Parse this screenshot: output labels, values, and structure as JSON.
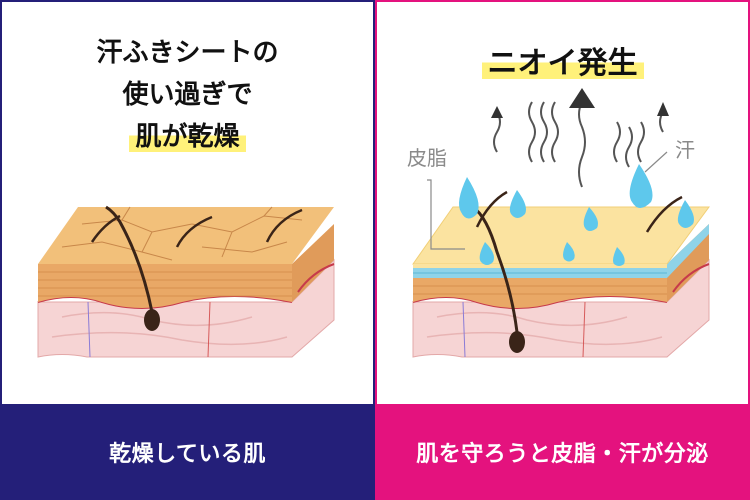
{
  "left": {
    "title_lines": [
      "汗ふきシートの",
      "使い過ぎで"
    ],
    "title_highlight": "肌が乾燥",
    "caption": "乾燥している肌",
    "border_color": "#241f79",
    "caption_bg": "#241f79"
  },
  "right": {
    "title_highlight": "ニオイ発生",
    "label_sebum": "皮脂",
    "label_sweat": "汗",
    "caption": "肌を守ろうと皮脂・汗が分泌",
    "border_color": "#e4127e",
    "caption_bg": "#e4127e"
  },
  "colors": {
    "highlight": "#fff17a",
    "dry_skin": "#f2c07a",
    "moist_skin": "#fbe3a0",
    "sweat_drop": "#5ec8ec",
    "dermis": "#f6d4d4",
    "hair": "#3a2418"
  }
}
